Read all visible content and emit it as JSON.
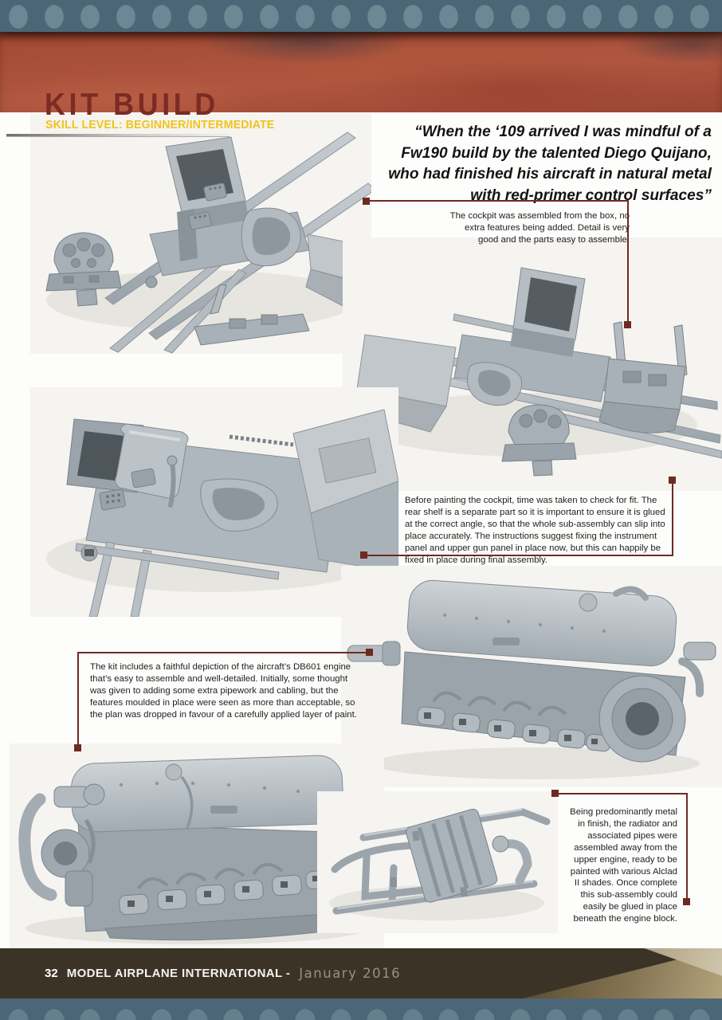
{
  "header": {
    "title": "KIT BUILD",
    "skill_level": "SKILL LEVEL: BEGINNER/INTERMEDIATE"
  },
  "quote": {
    "lines": [
      "“When the ‘109 arrived I was mindful of a",
      "Fw190 build by the talented Diego Quijano,",
      "who had finished his aircraft in natural metal",
      "with red-primer control surfaces”"
    ]
  },
  "captions": {
    "cockpit_box": "The cockpit was assembled from the box, no extra features being added. Detail is very good and the parts easy to assemble.",
    "fit_check": "Before painting the cockpit, time was taken to check for fit. The rear shelf is a separate part so it is important to ensure it is glued at the correct angle, so that the whole sub-assembly can slip into place accurately. The instructions suggest fixing the instrument panel and upper gun panel in place now, but this can happily be fixed in place during final assembly.",
    "engine": "The kit includes a faithful depiction of the aircraft’s DB601 engine that’s easy to assemble and well-detailed. Initially, some thought was given to adding some extra pipework and cabling, but the features moulded in place were seen as more than acceptable, so the plan was dropped in favour of a carefully applied layer of paint.",
    "radiator": "Being predominantly metal in finish, the radiator and associated pipes were assembled away from the upper engine, ready to be painted with various Alclad II shades. Once complete this sub-assembly could easily be glued in place beneath the engine block."
  },
  "footer": {
    "page_number": "32",
    "magazine_title": "MODEL AIRPLANE INTERNATIONAL -",
    "issue_date": "January 2016"
  },
  "colors": {
    "accent_maroon": "#6e2a21",
    "title_maroon": "#7b2b23",
    "skill_yellow": "#f0c31c",
    "bar_blue": "#4b6777",
    "rivet_blue": "#6d8795",
    "footer_olive": "#3b3426",
    "header_red": "#a84e37"
  }
}
